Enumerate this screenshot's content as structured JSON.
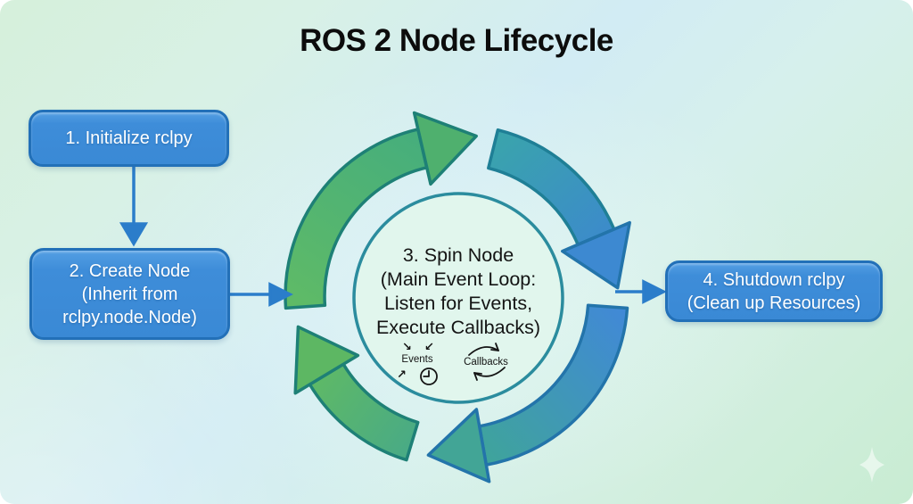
{
  "title": "ROS 2 Node Lifecycle",
  "steps": [
    {
      "id": 1,
      "label": "1. Initialize rclpy"
    },
    {
      "id": 2,
      "lines": [
        "2. Create Node",
        "(Inherit from",
        "rclpy.node.Node)"
      ]
    },
    {
      "id": 3,
      "lines": [
        "3. Spin Node",
        "(Main Event Loop:",
        "Listen for Events,",
        "Execute Callbacks)"
      ],
      "sub_labels": {
        "events": "Events",
        "callbacks": "Callbacks"
      }
    },
    {
      "id": 4,
      "lines": [
        "4. Shutdown rclpy",
        "(Clean up Resources)"
      ]
    }
  ],
  "icons": {
    "arrow_down_right": "↘",
    "arrow_down_left": "↙",
    "arrow_up_right": "↗",
    "clock": "clock-icon",
    "cycle_arrows": "circular-refresh-arrows",
    "sparkle": "four-point-star"
  },
  "colors": {
    "box_fill": "#3d8cd8",
    "box_border": "#2270b8",
    "ring_green": "#5fbb62",
    "ring_teal": "#3aa4ac",
    "ring_blue": "#3d87cf",
    "ring_outline": "#1f7f96",
    "connector_blue": "#2b7dca",
    "circle_fill": "#e1f6ed",
    "circle_border": "#2b8c9e",
    "background_green": "#d6f0db",
    "background_blue": "#d2ecf4",
    "title_color": "#0c0c0c"
  }
}
